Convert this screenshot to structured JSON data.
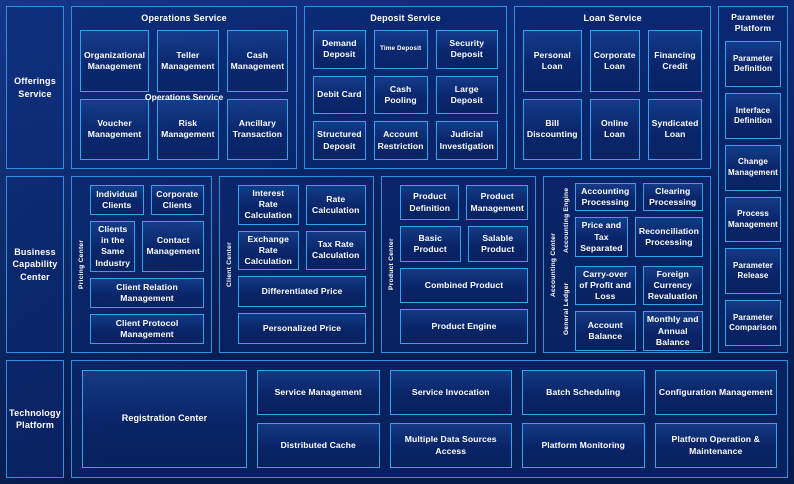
{
  "layers": [
    {
      "id": "offerings",
      "label": "Offerings Service",
      "groups": [
        {
          "title": "Operations Service",
          "overlay_title": "Operations Service",
          "items": [
            {
              "label": "Organizational Management"
            },
            {
              "label": "Teller Management"
            },
            {
              "label": "Cash Management"
            },
            {
              "label": "Voucher Management"
            },
            {
              "label": "Risk Management"
            },
            {
              "label": "Ancillary Transaction"
            }
          ]
        },
        {
          "title": "Deposit Service",
          "items": [
            {
              "label": "Demand Deposit"
            },
            {
              "label": "Time Deposit",
              "size": "small"
            },
            {
              "label": "Security Deposit"
            },
            {
              "label": "Debit Card"
            },
            {
              "label": "Cash Pooling"
            },
            {
              "label": "Large Deposit"
            },
            {
              "label": "Structured Deposit"
            },
            {
              "label": "Account Restriction"
            },
            {
              "label": "Judicial Investigation"
            }
          ]
        },
        {
          "title": "Loan Service",
          "items": [
            {
              "label": "Personal Loan"
            },
            {
              "label": "Corporate Loan"
            },
            {
              "label": "Financing Credit"
            },
            {
              "label": "Bill Discounting"
            },
            {
              "label": "Online Loan"
            },
            {
              "label": "Syndicated Loan"
            }
          ]
        }
      ]
    },
    {
      "id": "business",
      "label": "Business Capability Center",
      "centers": [
        {
          "vlabel": "Pricing Center",
          "pairs": [
            [
              "Individual Clients",
              "Corporate Clients"
            ],
            [
              "Clients in the Same Industry",
              "Contact Management"
            ]
          ],
          "wides": [
            "Client Relation Management",
            "Client Protocol Management"
          ]
        },
        {
          "vlabel": "Client Center",
          "pairs": [
            [
              "Interest Rate Calculation",
              "Rate Calculation"
            ],
            [
              "Exchange Rate Calculation",
              "Tax Rate Calculation"
            ]
          ],
          "wides": [
            "Differentiated Price",
            "Personalized Price"
          ]
        },
        {
          "vlabel": "Product Center",
          "pairs": [
            [
              "Product Definition",
              "Product Management"
            ],
            [
              "Basic Product",
              "Salable Product"
            ]
          ],
          "wides": [
            "Combined Product",
            "Product Engine"
          ]
        }
      ],
      "accounting": {
        "vlabel": "Accounting Center",
        "subs": [
          {
            "vlabel": "Accounting Engine",
            "pairs": [
              [
                "Accounting Processing",
                "Clearing Processing"
              ],
              [
                "Price and Tax Separated",
                "Reconciliation Processing"
              ]
            ]
          },
          {
            "vlabel": "General Ledger",
            "pairs": [
              [
                "Carry-over of Profit and Loss",
                "Foreign Currency Revaluation"
              ],
              [
                "Account Balance",
                "Monthly and Annual Balance"
              ]
            ]
          }
        ]
      }
    },
    {
      "id": "technology",
      "label": "Technology Platform",
      "registration": "Registration Center",
      "items": [
        "Service Management",
        "Service Invocation",
        "Batch Scheduling",
        "Configuration Management",
        "Distributed Cache",
        "Multiple Data Sources Access",
        "Platform Monitoring",
        "Platform Operation & Maintenance"
      ]
    }
  ],
  "parameter_platform": {
    "title": "Parameter Platform",
    "items": [
      "Parameter Definition",
      "Interface Definition",
      "Change Management",
      "Process Management",
      "Parameter Release",
      "Parameter Comparison"
    ]
  },
  "colors": {
    "background": "#082057",
    "panel_border": "#2f8fe0",
    "leaf_border": "#34a2ec",
    "text": "#ffffff"
  }
}
